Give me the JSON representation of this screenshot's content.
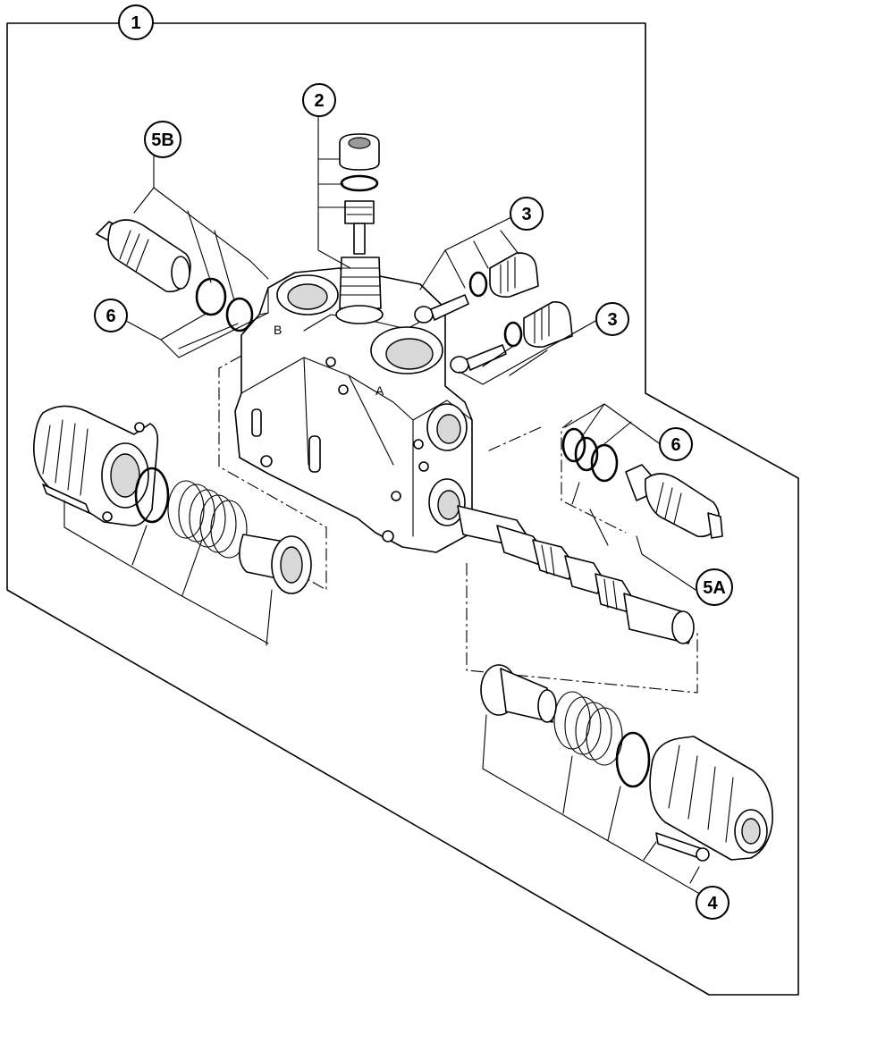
{
  "callouts": {
    "c1": "1",
    "c2": "2",
    "c3a": "3",
    "c3b": "3",
    "c4": "4",
    "c5a": "5A",
    "c5b": "5B",
    "c6a": "6",
    "c6b": "6"
  },
  "ports": {
    "a": "A",
    "b": "B"
  }
}
